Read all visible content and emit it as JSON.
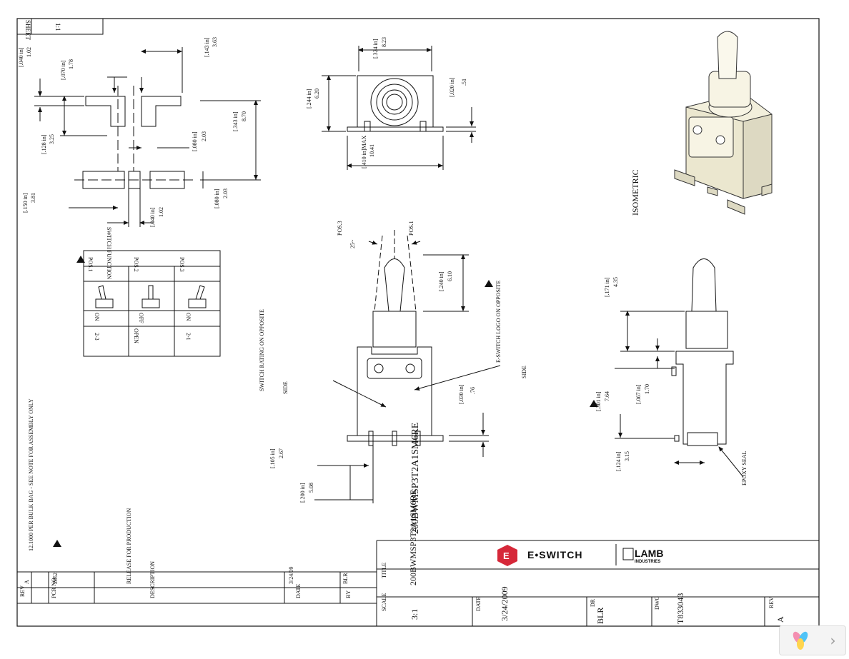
{
  "sheet": {
    "label": "SHEET",
    "value": "1:1"
  },
  "top_view": {
    "dims": [
      {
        "in": "[.040 in]",
        "mm": "1.02"
      },
      {
        "in": "[.070 in]",
        "mm": "1.78"
      },
      {
        "in": "[.143 in]",
        "mm": "3.63"
      },
      {
        "in": "[.128 in]",
        "mm": "3.25"
      },
      {
        "in": "[.080 in]",
        "mm": "2.03"
      },
      {
        "in": "[.343 in]",
        "mm": "8.70"
      },
      {
        "in": "[.150 in]",
        "mm": "3.81"
      },
      {
        "in": "[.040 in]",
        "mm": "1.02"
      },
      {
        "in": "[.080 in]",
        "mm": "2.03"
      }
    ]
  },
  "front_view": {
    "dims": [
      {
        "in": "[.324 in]",
        "mm": "8.23"
      },
      {
        "in": "[.244 in]",
        "mm": "6.20"
      },
      {
        "in": "[.020 in]",
        "mm": ".51"
      },
      {
        "in": "[.410 in]MAX",
        "mm": "10.41"
      }
    ]
  },
  "switch_function": {
    "title": "SWITCH FUNCTION",
    "positions": [
      "POS.1",
      "POS.2",
      "POS.3"
    ],
    "states": [
      "ON",
      "OFF",
      "ON"
    ],
    "connections": [
      "2-3",
      "OPEN",
      "2-1"
    ]
  },
  "side_view": {
    "pos3": "POS.3",
    "pos1": "POS.1",
    "angle": "25~",
    "rating_note": "SWITCH RATING ON OPPOSITE",
    "logo_note": "E-SWITCH LOGO ON OPPOSITE",
    "side_label": "SIDE",
    "dims": [
      {
        "in": "[.240 in]",
        "mm": "6.10"
      },
      {
        "in": "[.030 in]",
        "mm": ".76"
      },
      {
        "in": "[.105 in]",
        "mm": "2.67"
      },
      {
        "in": "[.200 in]",
        "mm": "5.08"
      }
    ],
    "part_number": "200BWMSP3T2A1SM6RE"
  },
  "right_view": {
    "side_label": "SIDE",
    "epoxy": "EPOXY SEAL",
    "dims": [
      {
        "in": "[.171 in]",
        "mm": "4.35"
      },
      {
        "in": "[.301 in]",
        "mm": "7.64"
      },
      {
        "in": "[.067 in]",
        "mm": "1.70"
      },
      {
        "in": "[.124 in]",
        "mm": "3.15"
      }
    ]
  },
  "isometric": {
    "label": "ISOMETRIC"
  },
  "notes": {
    "text": "12.1000 PER BULK BAG - SEE NOTE FOR ASSEMBLY ONLY"
  },
  "revision_table": {
    "rev_label": "REV",
    "rev": "A",
    "pcr_label": "PCR NO.",
    "pcr": "2852",
    "desc_label": "DESCRIPTION",
    "desc": "RELEASE FOR PRODUCTION",
    "date_label": "DATE",
    "date": "3/24/09",
    "by_label": "BY",
    "by": "BLR"
  },
  "title_block": {
    "brand1": "E•SWITCH",
    "brand2": "LAMB",
    "brand2_sub": "INDUSTRIES",
    "title_label": "TITLE",
    "title": "200BWMSP3T2A1SM6RE",
    "scale_label": "SCALE",
    "scale": "3:1",
    "date_label": "DATE",
    "date": "3/24/2009",
    "dr_label": "DR",
    "dr": "BLR",
    "dwg_label": "DWG",
    "dwg": "T833043",
    "rev_label": "REV",
    "rev": "A"
  },
  "colors": {
    "accent": "#d62839",
    "body": "#f2efdc"
  }
}
